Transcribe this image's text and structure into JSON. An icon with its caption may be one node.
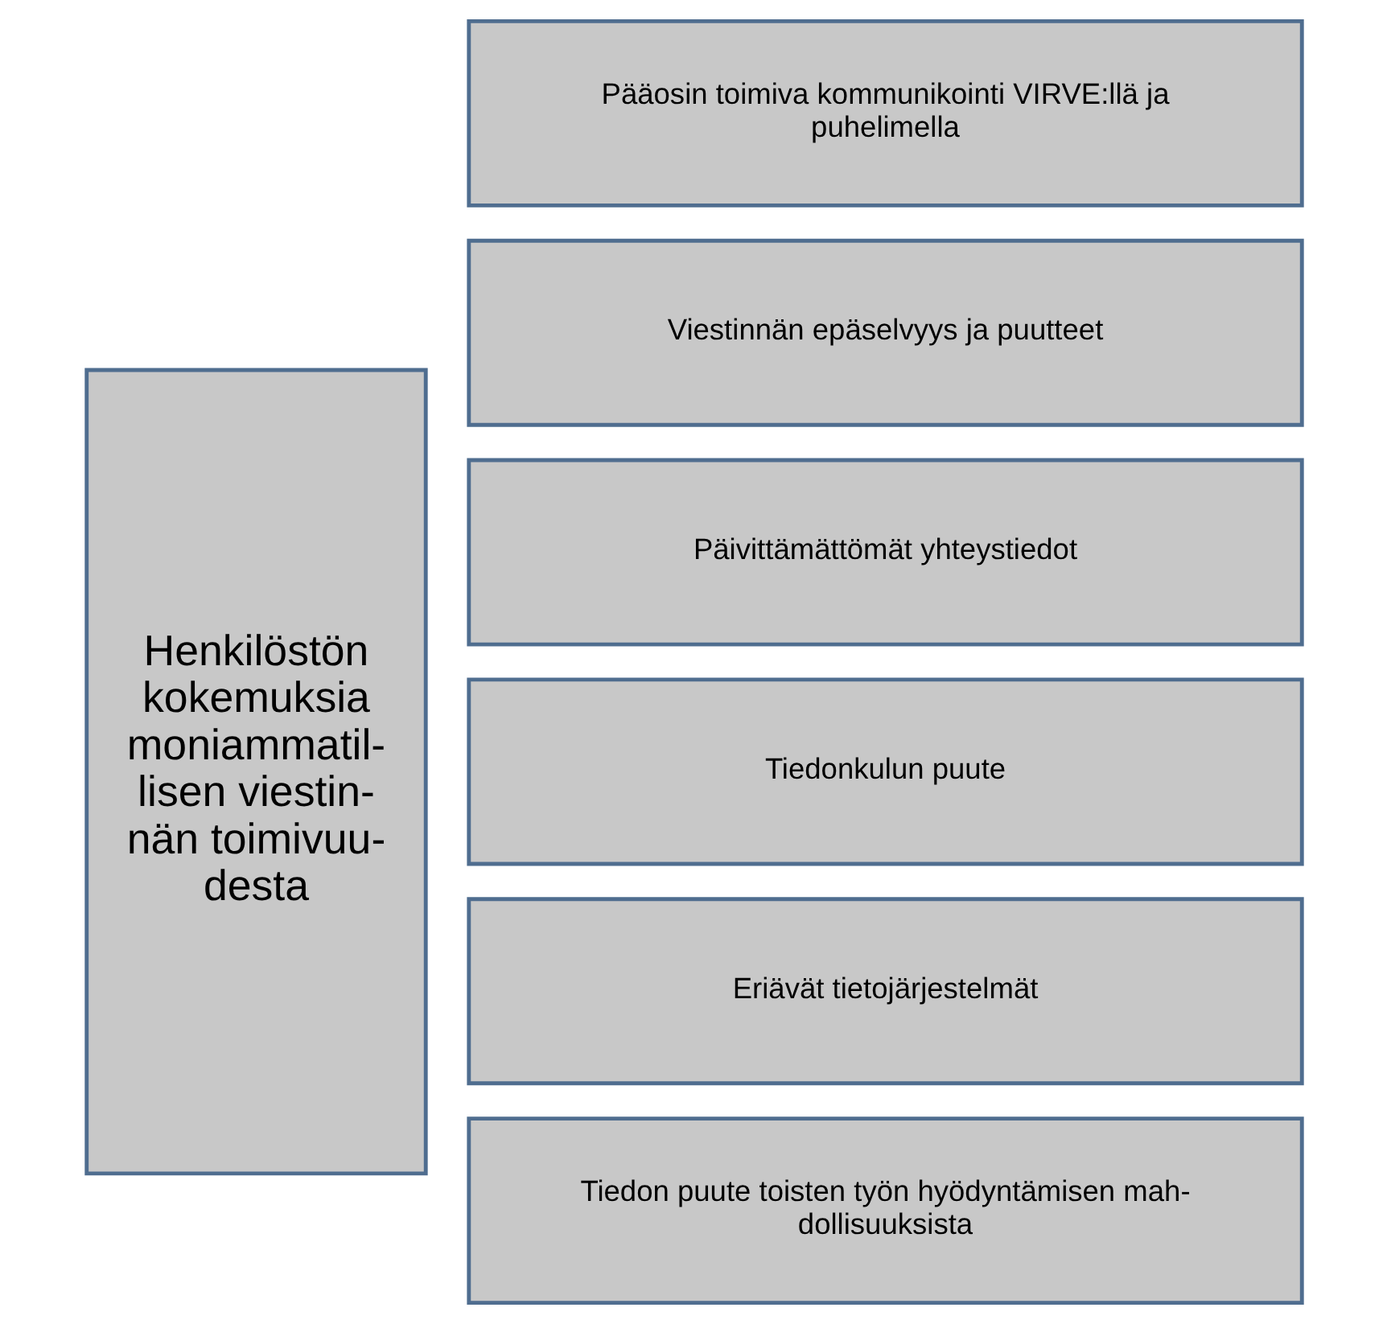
{
  "diagram": {
    "nodes": [
      {
        "text": [
          "Henkilöstön kokemuksia moniammatil- lisen viestin- nän toimivuu- desta"
        ]
      },
      {
        "text": [
          "Pääosin toimiva kommunikointi VIRVE:llä ja puhelimella"
        ]
      },
      {
        "text": [
          "Viestinnän epäselvyys ja puutteet"
        ]
      },
      {
        "text": [
          "Päivittämättömät yhteystiedot"
        ]
      },
      {
        "text": [
          "Tiedonkulun puute"
        ]
      },
      {
        "text": [
          "Eriävät tietojärjestelmät"
        ]
      },
      {
        "text": [
          "Tiedon puute toisten työn hyödyntämisen mah- dollisuuksista"
        ]
      }
    ],
    "edges": []
  }
}
